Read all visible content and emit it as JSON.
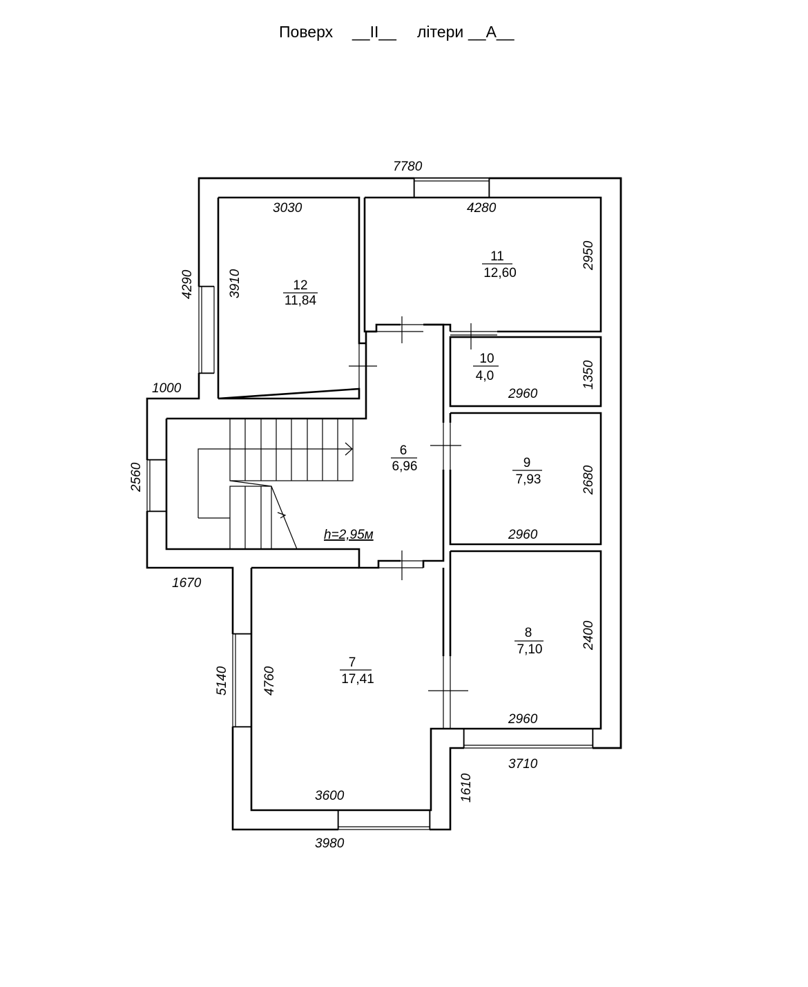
{
  "header": {
    "prefix": "Поверх",
    "floor": "__II__",
    "litera_label": "літери",
    "litera": "__А__"
  },
  "rooms": [
    {
      "id": "12",
      "number": "12",
      "area": "11,84"
    },
    {
      "id": "11",
      "number": "11",
      "area": "12,60"
    },
    {
      "id": "10",
      "number": "10",
      "area": "4,0"
    },
    {
      "id": "9",
      "number": "9",
      "area": "7,93"
    },
    {
      "id": "8",
      "number": "8",
      "area": "7,10"
    },
    {
      "id": "7",
      "number": "7",
      "area": "17,41"
    },
    {
      "id": "6",
      "number": "6",
      "area": "6,96"
    }
  ],
  "ceiling_height": "h=2,95м",
  "dimensions": {
    "top_total": "7780",
    "room12_width": "3030",
    "room11_width": "4280",
    "room11_height": "2950",
    "outer_left_upper": "4290",
    "room12_height": "3910",
    "ledge_upper": "1000",
    "room10_height": "1350",
    "room10_width": "2960",
    "outer_left_stair": "2560",
    "room9_height": "2680",
    "room9_width": "2960",
    "ledge_lower": "1670",
    "room8_height": "2400",
    "room8_width": "2960",
    "outer_left_lower": "5140",
    "room7_height": "4760",
    "right_bottom_width": "3710",
    "bay_depth": "1610",
    "room7_width": "3600",
    "bottom_total": "3980"
  }
}
